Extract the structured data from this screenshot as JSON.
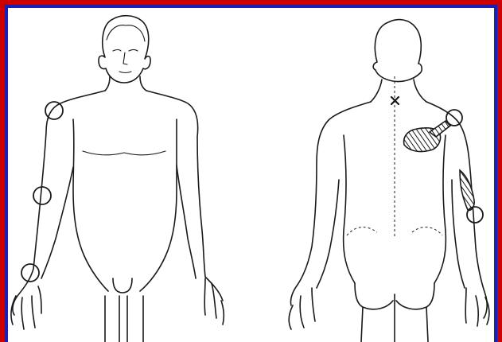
{
  "frame": {
    "outer_color": "#cc0000",
    "inner_color": "#1a1fb5"
  },
  "figures": [
    {
      "view": "front",
      "markers": [
        "shoulder-circle",
        "elbow-circle",
        "wrist-circle"
      ]
    },
    {
      "view": "back",
      "markers": [
        "shoulder-circle",
        "elbow-circle",
        "cross-mark",
        "shaded-scapular-area",
        "shaded-arm-area"
      ]
    }
  ],
  "colors": {
    "line": "#1a1a1a",
    "background": "#ffffff",
    "hatch": "#1a1a1a"
  }
}
